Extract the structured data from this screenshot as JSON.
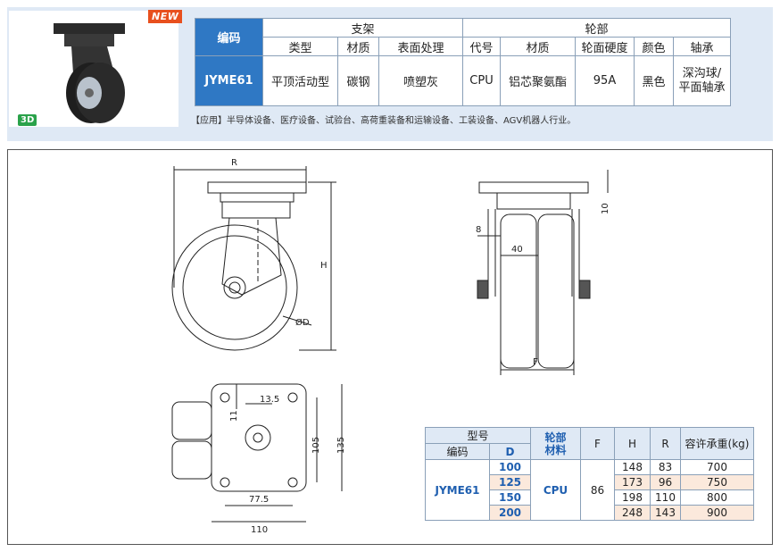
{
  "badges": {
    "new": "NEW",
    "three_d": "3D"
  },
  "spec_table": {
    "code_header": "编码",
    "group_bracket": "支架",
    "group_wheel": "轮部",
    "columns": [
      "类型",
      "材质",
      "表面处理",
      "代号",
      "材质",
      "轮面硬度",
      "颜色",
      "轴承"
    ],
    "row": {
      "code": "JYME61",
      "values": [
        "平顶活动型",
        "碳钢",
        "喷塑灰",
        "CPU",
        "铝芯聚氨酯",
        "95A",
        "黑色"
      ],
      "bearing_line1": "深沟球/",
      "bearing_line2": "平面轴承"
    }
  },
  "application_note": "【应用】半导体设备、医疗设备、试验台、高荷重装备和运输设备、工装设备、AGV机器人行业。",
  "drawing_labels": {
    "r": "R",
    "h": "H",
    "d": "ØD",
    "f": "F",
    "d10": "10",
    "d8": "8",
    "d40": "40",
    "d13_5": "13.5",
    "d11": "11",
    "d105": "105",
    "d135": "135",
    "d77_5": "77.5",
    "d110": "110"
  },
  "dim_table": {
    "h_model": "型号",
    "h_code": "编码",
    "h_d": "D",
    "h_wheel_line1": "轮部",
    "h_wheel_line2": "材料",
    "h_f": "F",
    "h_h": "H",
    "h_r": "R",
    "h_load": "容许承重(kg)",
    "code": "JYME61",
    "material": "CPU",
    "f": "86",
    "rows": [
      {
        "d": "100",
        "h": "148",
        "r": "83",
        "load": "700"
      },
      {
        "d": "125",
        "h": "173",
        "r": "96",
        "load": "750"
      },
      {
        "d": "150",
        "h": "198",
        "r": "110",
        "load": "800"
      },
      {
        "d": "200",
        "h": "248",
        "r": "143",
        "load": "900"
      }
    ]
  }
}
